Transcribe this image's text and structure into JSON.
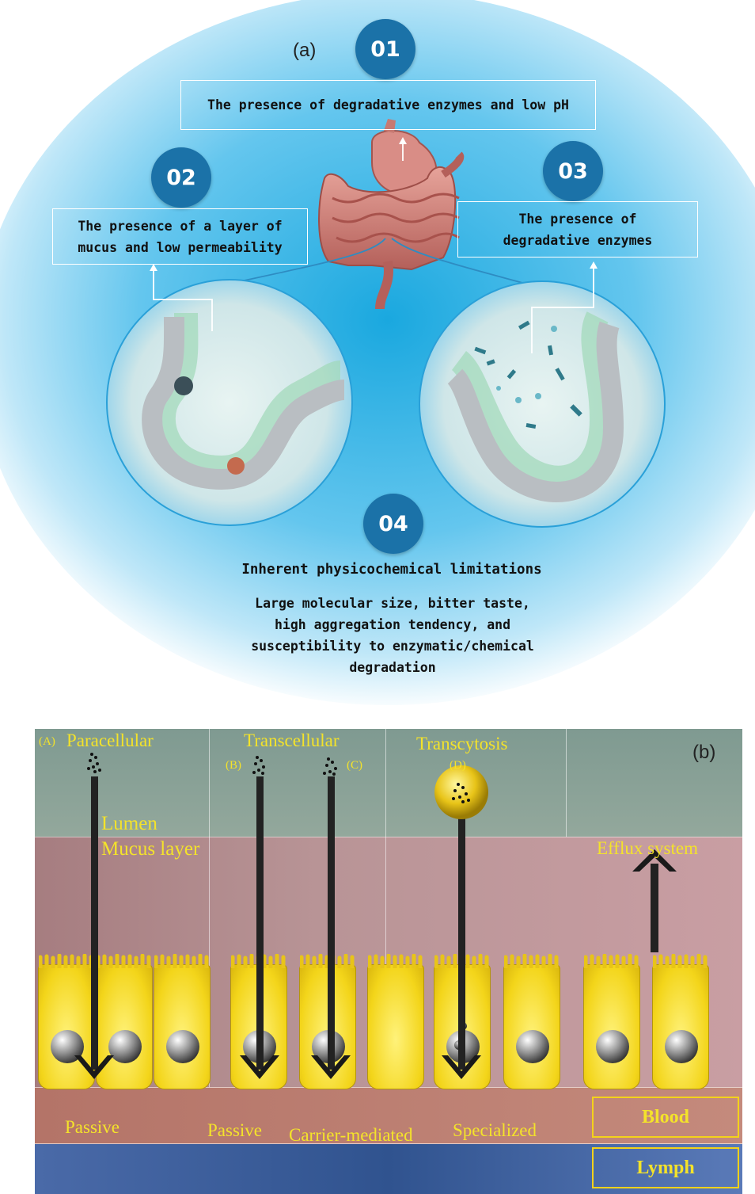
{
  "panel_a": {
    "label": "(a)",
    "items": [
      {
        "num": "01",
        "text": "The presence of degradative enzymes and low pH"
      },
      {
        "num": "02",
        "text": "The presence of a layer of mucus and low permeability"
      },
      {
        "num": "03",
        "text": "The presence of degradative enzymes"
      },
      {
        "num": "04",
        "title": "Inherent physicochemical limitations",
        "text": "Large molecular size, bitter taste, high aggregation tendency, and susceptibility to enzymatic/chemical degradation"
      }
    ]
  },
  "panel_b": {
    "label": "(b)",
    "routes": {
      "a_label": "(A)",
      "paracellular": "Paracellular",
      "transcellular": "Transcellular",
      "b_label": "(B)",
      "c_label": "(C)",
      "transcytosis": "Transcytosis",
      "d_label": "(D)"
    },
    "layers": {
      "lumen": "Lumen",
      "mucus": "Mucus layer",
      "blood": "Blood",
      "lymph": "Lymph"
    },
    "efflux": "Efflux system",
    "mechanisms": {
      "passive_a": "Passive",
      "passive_b": "Passive",
      "carrier": "Carrier-mediated",
      "specialized": "Specialized"
    }
  }
}
